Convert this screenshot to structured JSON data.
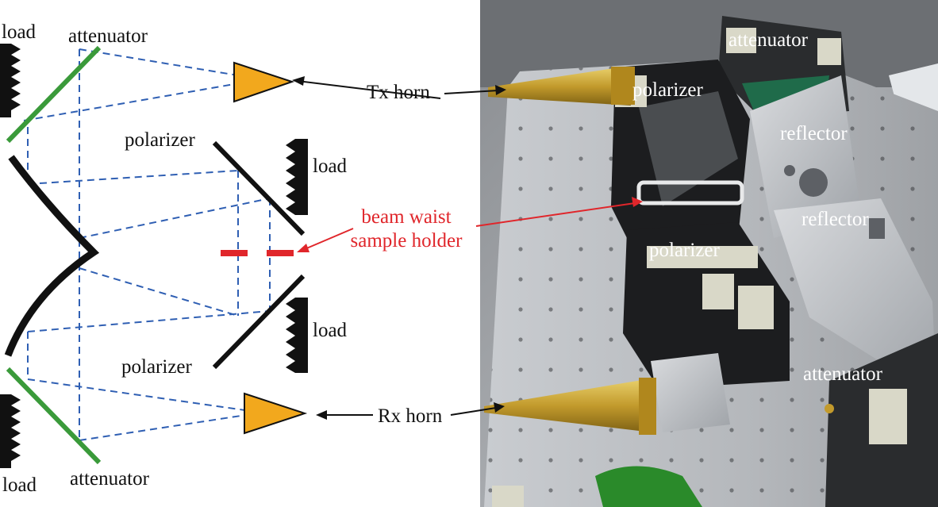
{
  "schematic": {
    "labels": {
      "load_top_left": "load",
      "attenuator_top": "attenuator",
      "tx_horn": "Tx horn",
      "polarizer_top": "polarizer",
      "load_mid_top": "load",
      "beam_waist_line1": "beam waist",
      "beam_waist_line2": "sample holder",
      "load_mid_bottom": "load",
      "polarizer_bottom": "polarizer",
      "rx_horn": "Rx horn",
      "load_bottom_left": "load",
      "attenuator_bottom": "attenuator"
    },
    "colors": {
      "beam_path": "#2f5fb3",
      "attenuator": "#3a9a3a",
      "horn_fill": "#f2a81d",
      "sample_holder": "#e0262b",
      "beam_waist_text": "#e0262b",
      "structure": "#111111"
    }
  },
  "photo": {
    "labels": {
      "attenuator_top": "attenuator",
      "polarizer_top": "polarizer",
      "reflector_top": "reflector",
      "reflector_bottom": "reflector",
      "polarizer_bottom": "polarizer",
      "attenuator_bottom": "attenuator"
    },
    "colors": {
      "label_text": "#ffffff",
      "horn_brass": "#c8a43a",
      "plate_metal": "#b9bcc0"
    }
  }
}
